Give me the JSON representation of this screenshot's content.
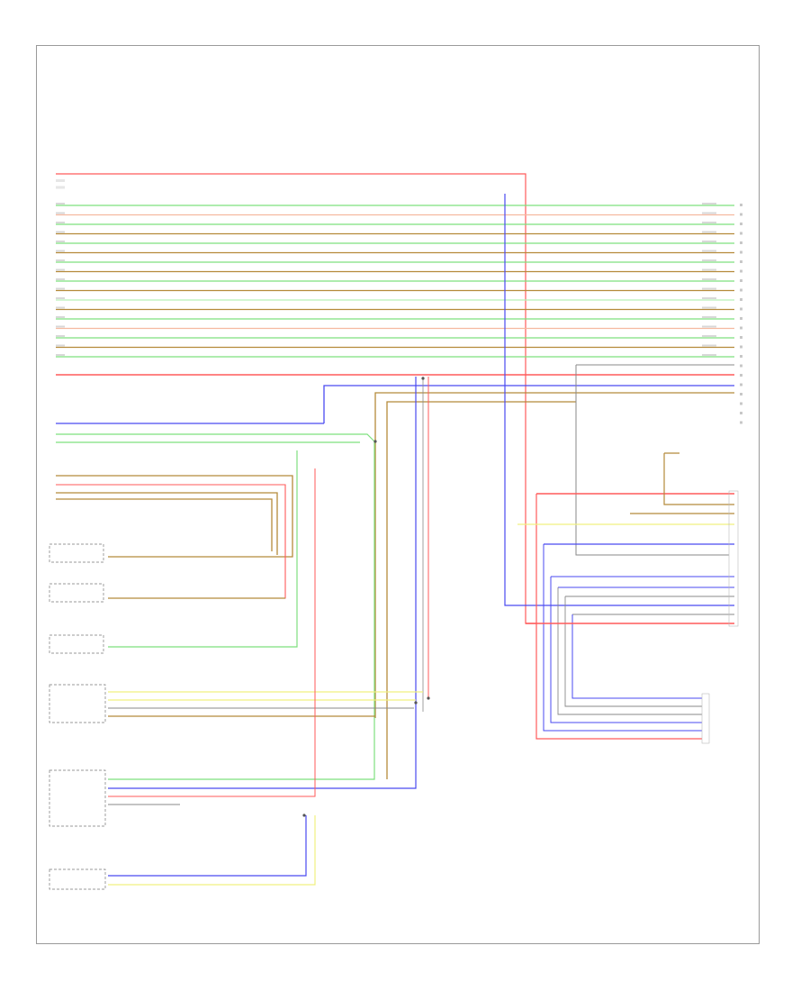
{
  "diagram": {
    "page_ref": "",
    "colors": {
      "red": "#ff5a5a",
      "green": "#7ee07e",
      "pale_green": "#b8f0b8",
      "brown": "#b58a3a",
      "blue": "#4a4af0",
      "yellow": "#f0f080",
      "gray": "#8a8a8a",
      "peach": "#f5b9a0"
    },
    "components": [
      {
        "key": "c1",
        "label": ""
      },
      {
        "key": "c2",
        "label": ""
      },
      {
        "key": "c3",
        "label": ""
      },
      {
        "key": "c4",
        "label": ""
      },
      {
        "key": "c5",
        "label": ""
      },
      {
        "key": "c6",
        "label": ""
      },
      {
        "key": "c7",
        "label": ""
      },
      {
        "key": "c8",
        "label": ""
      }
    ]
  }
}
